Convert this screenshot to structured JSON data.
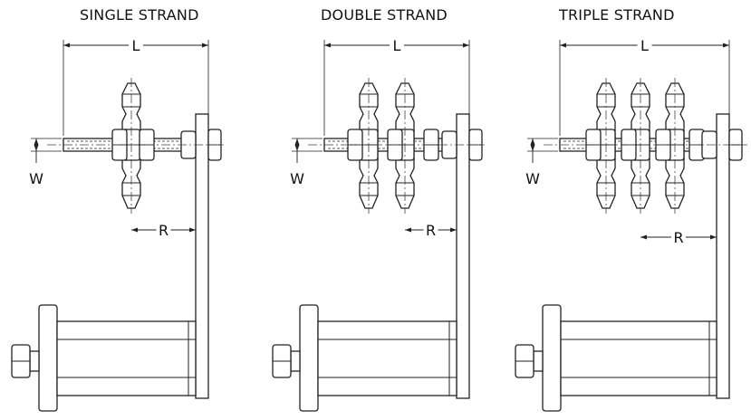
{
  "panels": [
    {
      "id": "single",
      "title": "SINGLE STRAND",
      "strands": 1,
      "dims": {
        "length": "L",
        "width": "W",
        "reach": "R"
      }
    },
    {
      "id": "double",
      "title": "DOUBLE STRAND",
      "strands": 2,
      "dims": {
        "length": "L",
        "width": "W",
        "reach": "R"
      }
    },
    {
      "id": "triple",
      "title": "TRIPLE STRAND",
      "strands": 3,
      "dims": {
        "length": "L",
        "width": "W",
        "reach": "R"
      }
    }
  ],
  "colors": {
    "line": "#222222",
    "fill": "#ffffff",
    "center": "#444444"
  }
}
